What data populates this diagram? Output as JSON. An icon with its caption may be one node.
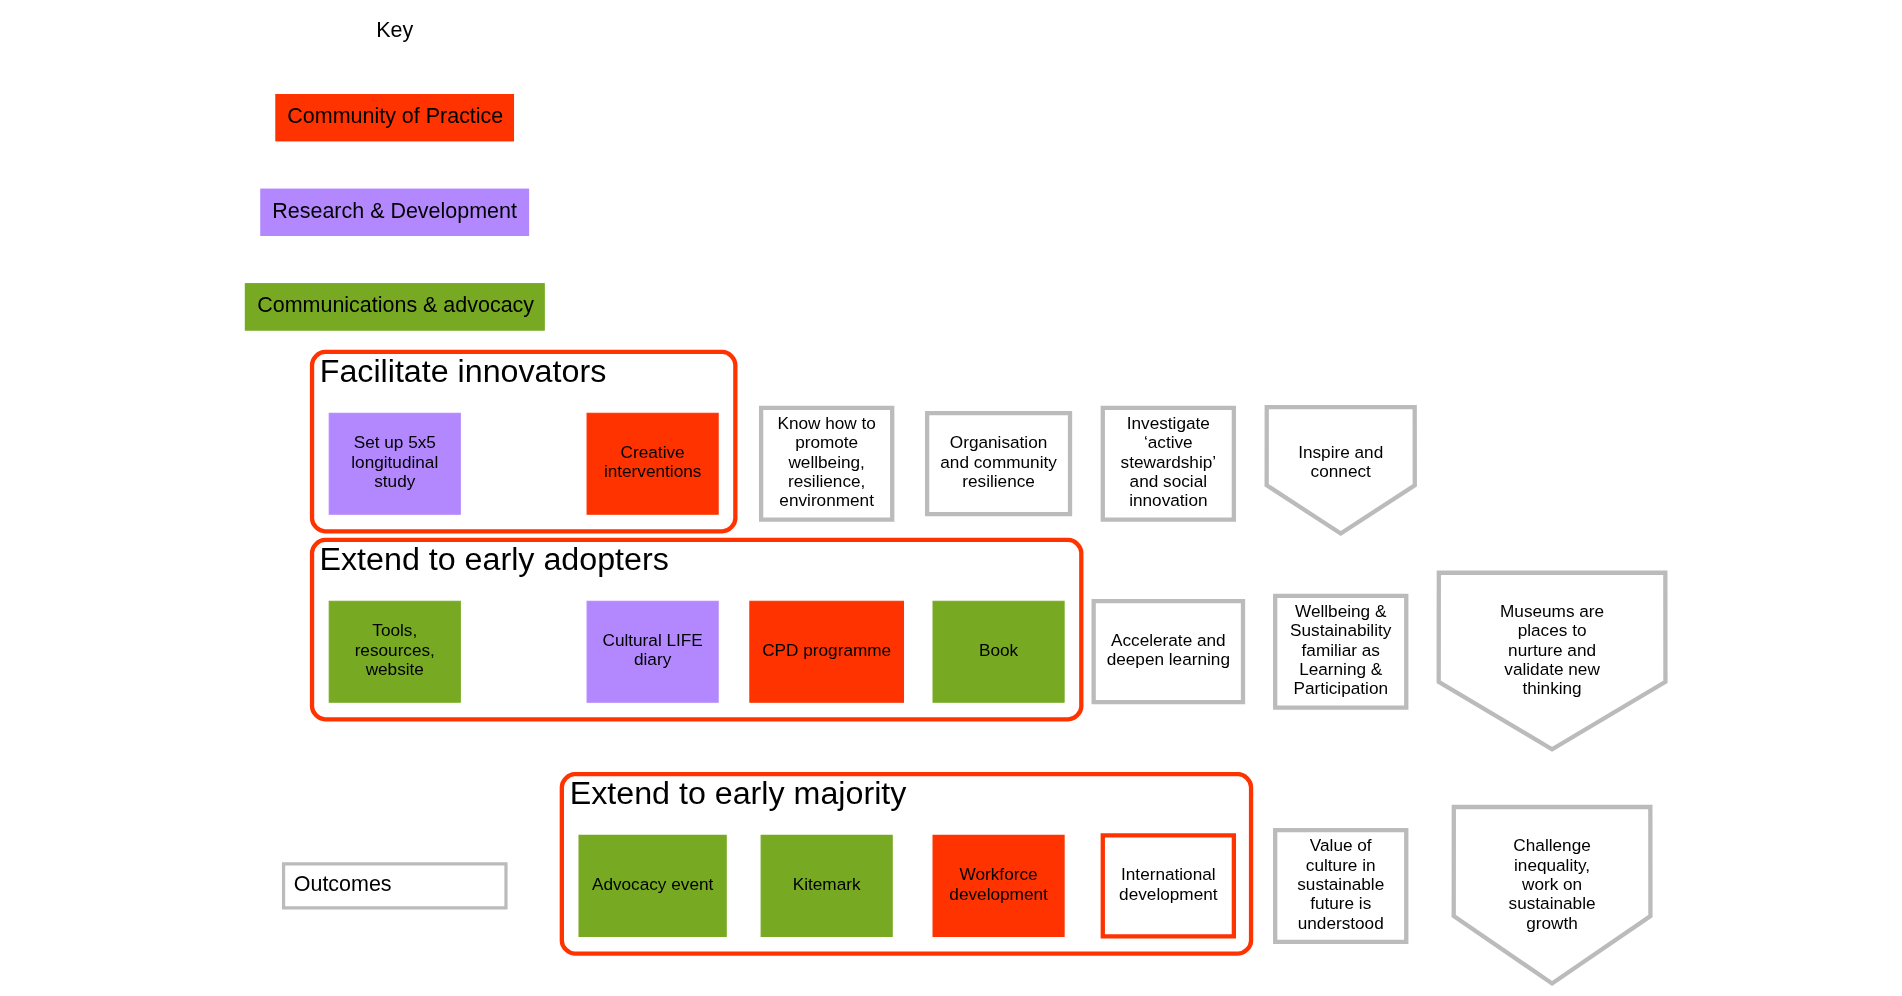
{
  "diagram": {
    "nodes": [
      {
        "text": [
          "Facilitate innovators"
        ]
      },
      {
        "text": [
          "Set up 5x5 longitudinal study"
        ],
        "in": 0
      },
      {
        "text": [
          "Creative interventions"
        ],
        "in": 0
      },
      {
        "text": [
          "Know how to promote wellbeing, resilience, environment"
        ]
      },
      {
        "text": [
          "Organisation and community resilience"
        ]
      },
      {
        "text": [
          "Investigate ‘active stewardship’ and social innovation"
        ]
      },
      {
        "text": [
          "Inspire and connect"
        ]
      },
      {
        "text": [
          "Extend to early adopters"
        ]
      },
      {
        "text": [
          "Tools, resources, website"
        ],
        "in": 7
      },
      {
        "text": [
          "Cultural LIFE diary"
        ],
        "in": 7
      },
      {
        "text": [
          "CPD programme"
        ],
        "in": 7
      },
      {
        "text": [
          "Book"
        ],
        "in": 7
      },
      {
        "text": [
          "Accelerate and deepen learning"
        ]
      },
      {
        "text": [
          "Wellbeing & Sustainability familiar as Learning & Participation"
        ]
      },
      {
        "text": [
          "Museums are places to nurture and validate new thinking"
        ]
      },
      {
        "text": [
          "Extend to early majority"
        ]
      },
      {
        "text": [
          "Advocacy event"
        ],
        "in": 15
      },
      {
        "text": [
          "Kitemark"
        ],
        "in": 15
      },
      {
        "text": [
          "Workforce development"
        ],
        "in": 15
      },
      {
        "text": [
          "International development"
        ],
        "in": 15
      },
      {
        "text": [
          "Value of culture in sustainable future is understood"
        ]
      },
      {
        "text": [
          "Challenge inequality, work on sustainable growth"
        ]
      }
    ],
    "labels": [
      "Key"
    ],
    "legend": [
      {
        "text": "Community of Practice",
        "color": "#ff3300"
      },
      {
        "text": "Research & Development",
        "color": "#b388ff"
      },
      {
        "text": "Communications & advocacy",
        "color": "#77aa22"
      },
      {
        "text": "Outcomes",
        "color": "#ffffff"
      }
    ]
  }
}
